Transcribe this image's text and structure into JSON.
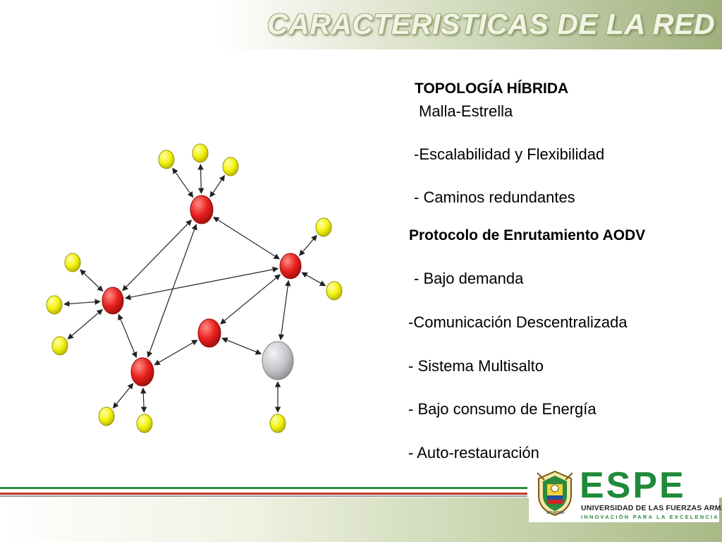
{
  "title": "CARACTERISTICAS DE LA RED",
  "topology": {
    "heading": "TOPOLOGÍA HÍBRIDA",
    "subtitle": "Malla-Estrella",
    "items": [
      "-Escalabilidad y Flexibilidad",
      "- Caminos redundantes"
    ]
  },
  "protocol": {
    "heading": "Protocolo de Enrutamiento AODV",
    "items": [
      "- Bajo demanda",
      "-Comunicación Descentralizada",
      "- Sistema Multisalto",
      "- Bajo consumo de Energía",
      "- Auto-restauración"
    ]
  },
  "logo": {
    "brand": "ESPE",
    "university": "UNIVERSIDAD DE LAS FUERZAS ARMADAS",
    "tagline": "INNOVACIÓN PARA LA EXCELENCIA",
    "emblem_text": "ECUADOR"
  },
  "colors": {
    "router_node": "#e8201f",
    "leaf_node": "#f2f20e",
    "gateway_node": "#c4c6c9",
    "brand_green": "#1f8a3a",
    "edge": "#222222"
  }
}
